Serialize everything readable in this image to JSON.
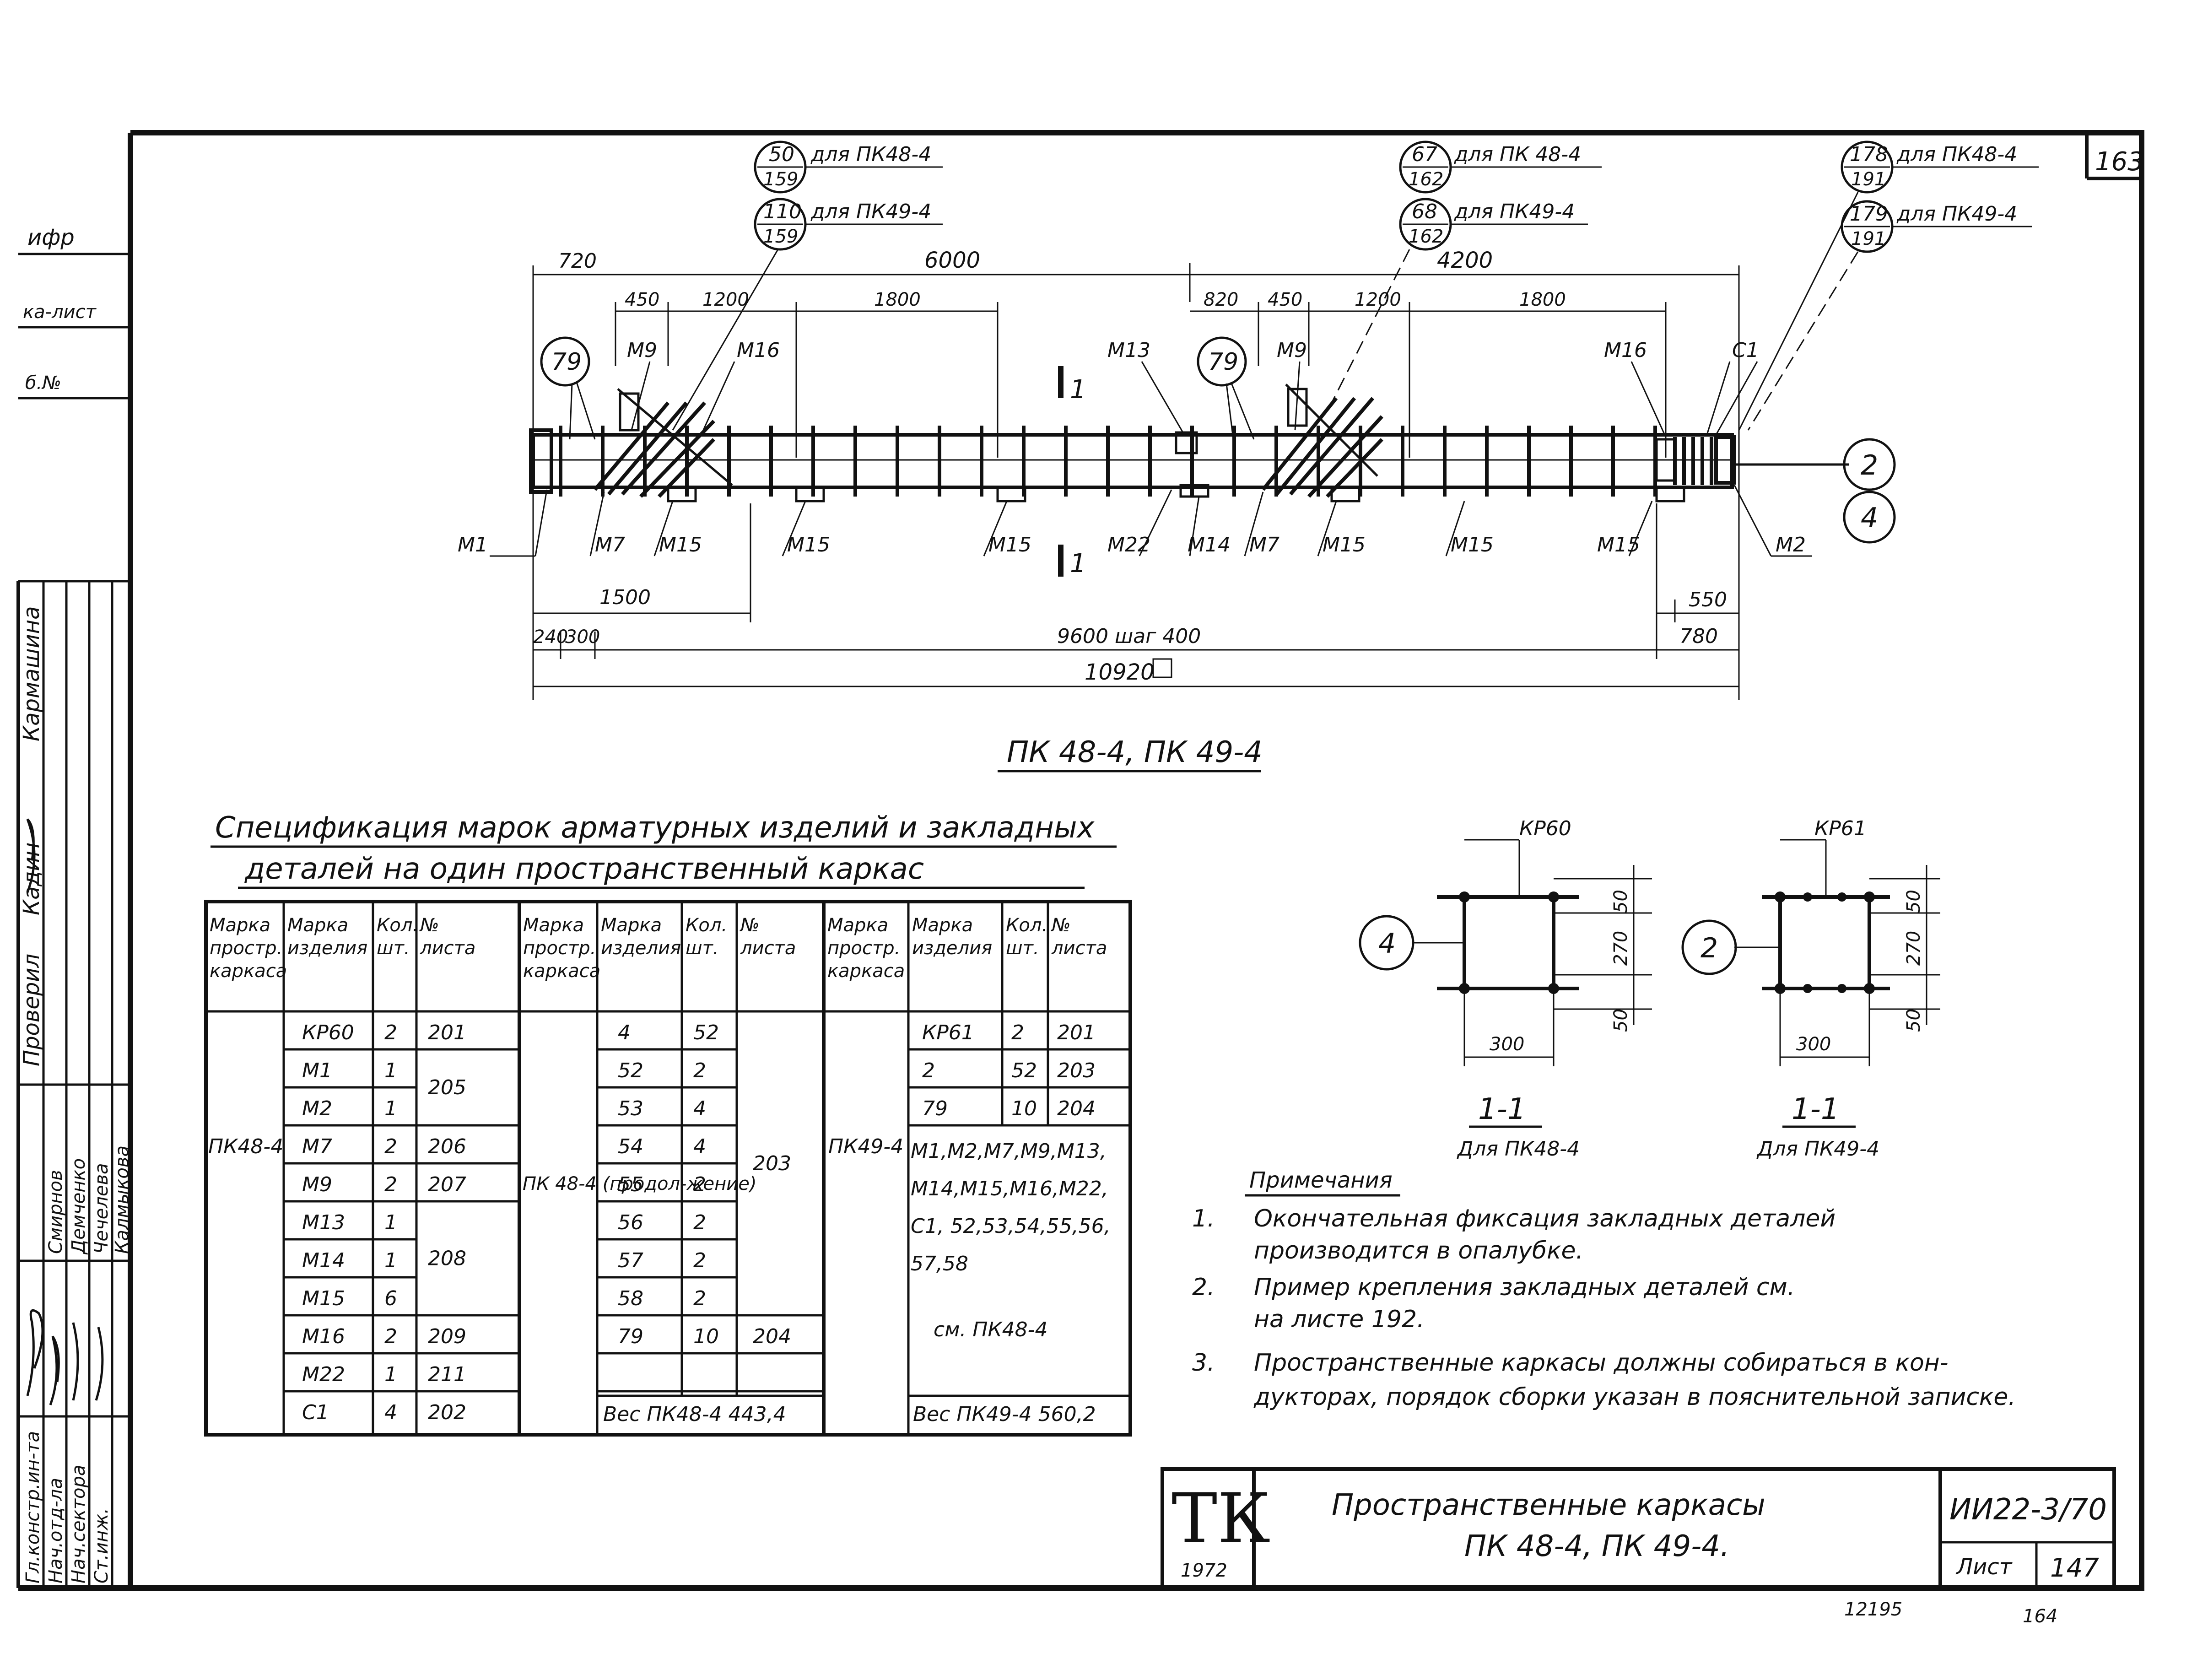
{
  "sheet": {
    "corner_number": "163",
    "bottom_numbers": [
      "12195",
      "164"
    ]
  },
  "side_stamp": {
    "top_labels": [
      "ифр",
      "ка-лист",
      "б.№"
    ],
    "block1": {
      "role": "Проверил",
      "name": "Кармашина",
      "sign": "Кадин"
    },
    "names": [
      "Смирнов",
      "Демченко",
      "Чечелева",
      "Калмыкова"
    ],
    "roles": [
      "Гл.констр.ин-та",
      "Нач.отд-ла",
      "Нач.сектора",
      "Ст.инж."
    ]
  },
  "plan": {
    "title": "ПК 48-4, ПК 49-4",
    "callouts": [
      {
        "top": "50",
        "bottom": "159",
        "text": "для ПК48-4"
      },
      {
        "top": "110",
        "bottom": "159",
        "text": "для ПК49-4"
      },
      {
        "top": "67",
        "bottom": "162",
        "text": "для ПК 48-4"
      },
      {
        "top": "68",
        "bottom": "162",
        "text": "для ПК49-4"
      },
      {
        "top": "178",
        "bottom": "191",
        "text": "для ПК48-4"
      },
      {
        "top": "179",
        "bottom": "191",
        "text": "для ПК49-4"
      }
    ],
    "dims_top": [
      "720",
      "6000",
      "4200",
      "450",
      "1200",
      "1800",
      "820",
      "450",
      "1200",
      "1800"
    ],
    "dims_bottom": [
      "1500",
      "240",
      "300",
      "9600 шаг 400",
      "550",
      "780",
      "10920"
    ],
    "marks_top": [
      "79",
      "М9",
      "М16",
      "М13",
      "79",
      "М9",
      "М16",
      "С1"
    ],
    "marks_bottom": [
      "М1",
      "М7",
      "М15",
      "М15",
      "М15",
      "М22",
      "М14",
      "М7",
      "М15",
      "М15",
      "М15",
      "М2"
    ],
    "section_mark": "1",
    "bubbles_right": [
      "2",
      "4"
    ]
  },
  "spec": {
    "title_line1": "Спецификация марок арматурных изделий и закладных",
    "title_line2": "деталей на один пространственный каркас",
    "headers": [
      "Марка простр. каркаса",
      "Марка изделия",
      "Кол. шт.",
      "№ листа"
    ],
    "group1": {
      "frame": "ПК48-4",
      "rows": [
        [
          "КР60",
          "2",
          "201"
        ],
        [
          "М1",
          "1",
          ""
        ],
        [
          "М2",
          "1",
          ""
        ],
        [
          "М7",
          "2",
          "206"
        ],
        [
          "М9",
          "2",
          "207"
        ],
        [
          "М13",
          "1",
          ""
        ],
        [
          "М14",
          "1",
          ""
        ],
        [
          "М15",
          "6",
          ""
        ],
        [
          "М16",
          "2",
          "209"
        ],
        [
          "М22",
          "1",
          "211"
        ],
        [
          "С1",
          "4",
          "202"
        ]
      ],
      "merged": [
        {
          "text": "205",
          "rows": [
            1,
            2
          ]
        },
        {
          "text": "208",
          "rows": [
            5,
            7
          ]
        }
      ]
    },
    "group2": {
      "frame": "ПК 48-4 (продол-жение)",
      "rows": [
        [
          "4",
          "52",
          ""
        ],
        [
          "52",
          "2",
          ""
        ],
        [
          "53",
          "4",
          ""
        ],
        [
          "54",
          "4",
          ""
        ],
        [
          "55",
          "2",
          ""
        ],
        [
          "56",
          "2",
          ""
        ],
        [
          "57",
          "2",
          ""
        ],
        [
          "58",
          "2",
          ""
        ],
        [
          "79",
          "10",
          "204"
        ]
      ],
      "merged": [
        {
          "text": "203",
          "rows": [
            0,
            7
          ]
        }
      ],
      "weight": "Вес ПК48-4  443,4"
    },
    "group3": {
      "frame": "ПК49-4",
      "rows": [
        [
          "КР61",
          "2",
          "201"
        ],
        [
          "2",
          "52",
          "203"
        ],
        [
          "79",
          "10",
          "204"
        ]
      ],
      "list": "М1,М2,М7,М9,М13, М14,М15,М16,М22, С1, 52,53,54,55,56, 57,58",
      "see": "см. ПК48-4",
      "weight": "Вес ПК49-4  560,2"
    }
  },
  "sections": [
    {
      "label": "КР60",
      "bubble": "4",
      "dims": [
        "50",
        "270",
        "50",
        "300"
      ],
      "cap": "1-1",
      "sub": "Для ПК48-4"
    },
    {
      "label": "КР61",
      "bubble": "2",
      "dims": [
        "50",
        "270",
        "50",
        "300"
      ],
      "cap": "1-1",
      "sub": "Для ПК49-4"
    }
  ],
  "notes": {
    "title": "Примечания",
    "items": [
      {
        "n": "1.",
        "l1": "Окончательная фиксация закладных деталей",
        "l2": "производится в опалубке."
      },
      {
        "n": "2.",
        "l1": "Пример крепления закладных деталей см.",
        "l2": "на листе 192."
      },
      {
        "n": "3.",
        "l1": "Пространственные каркасы должны собираться в кон-",
        "l2": "дукторах, порядок сборки указан в пояснительной записке."
      }
    ]
  },
  "titleblock": {
    "logo": "ТК",
    "year": "1972",
    "title1": "Пространственные каркасы",
    "title2": "ПК 48-4, ПК 49-4.",
    "code": "ИИ22-3/70",
    "sheet_label": "Лист",
    "sheet_no": "147"
  }
}
